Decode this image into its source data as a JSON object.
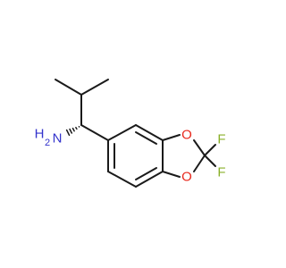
{
  "molecule": {
    "atoms": {
      "amine_N": "N",
      "amine_H": "H",
      "amine_H_count": "2",
      "ring_O_top": "O",
      "ring_O_bottom": "O",
      "fluorine_top": "F",
      "fluorine_bottom": "F"
    },
    "colors": {
      "bond": "#1a1a1a",
      "nitrogen": "#3333cc",
      "oxygen": "#e8281c",
      "fluorine": "#8ab02a"
    }
  }
}
